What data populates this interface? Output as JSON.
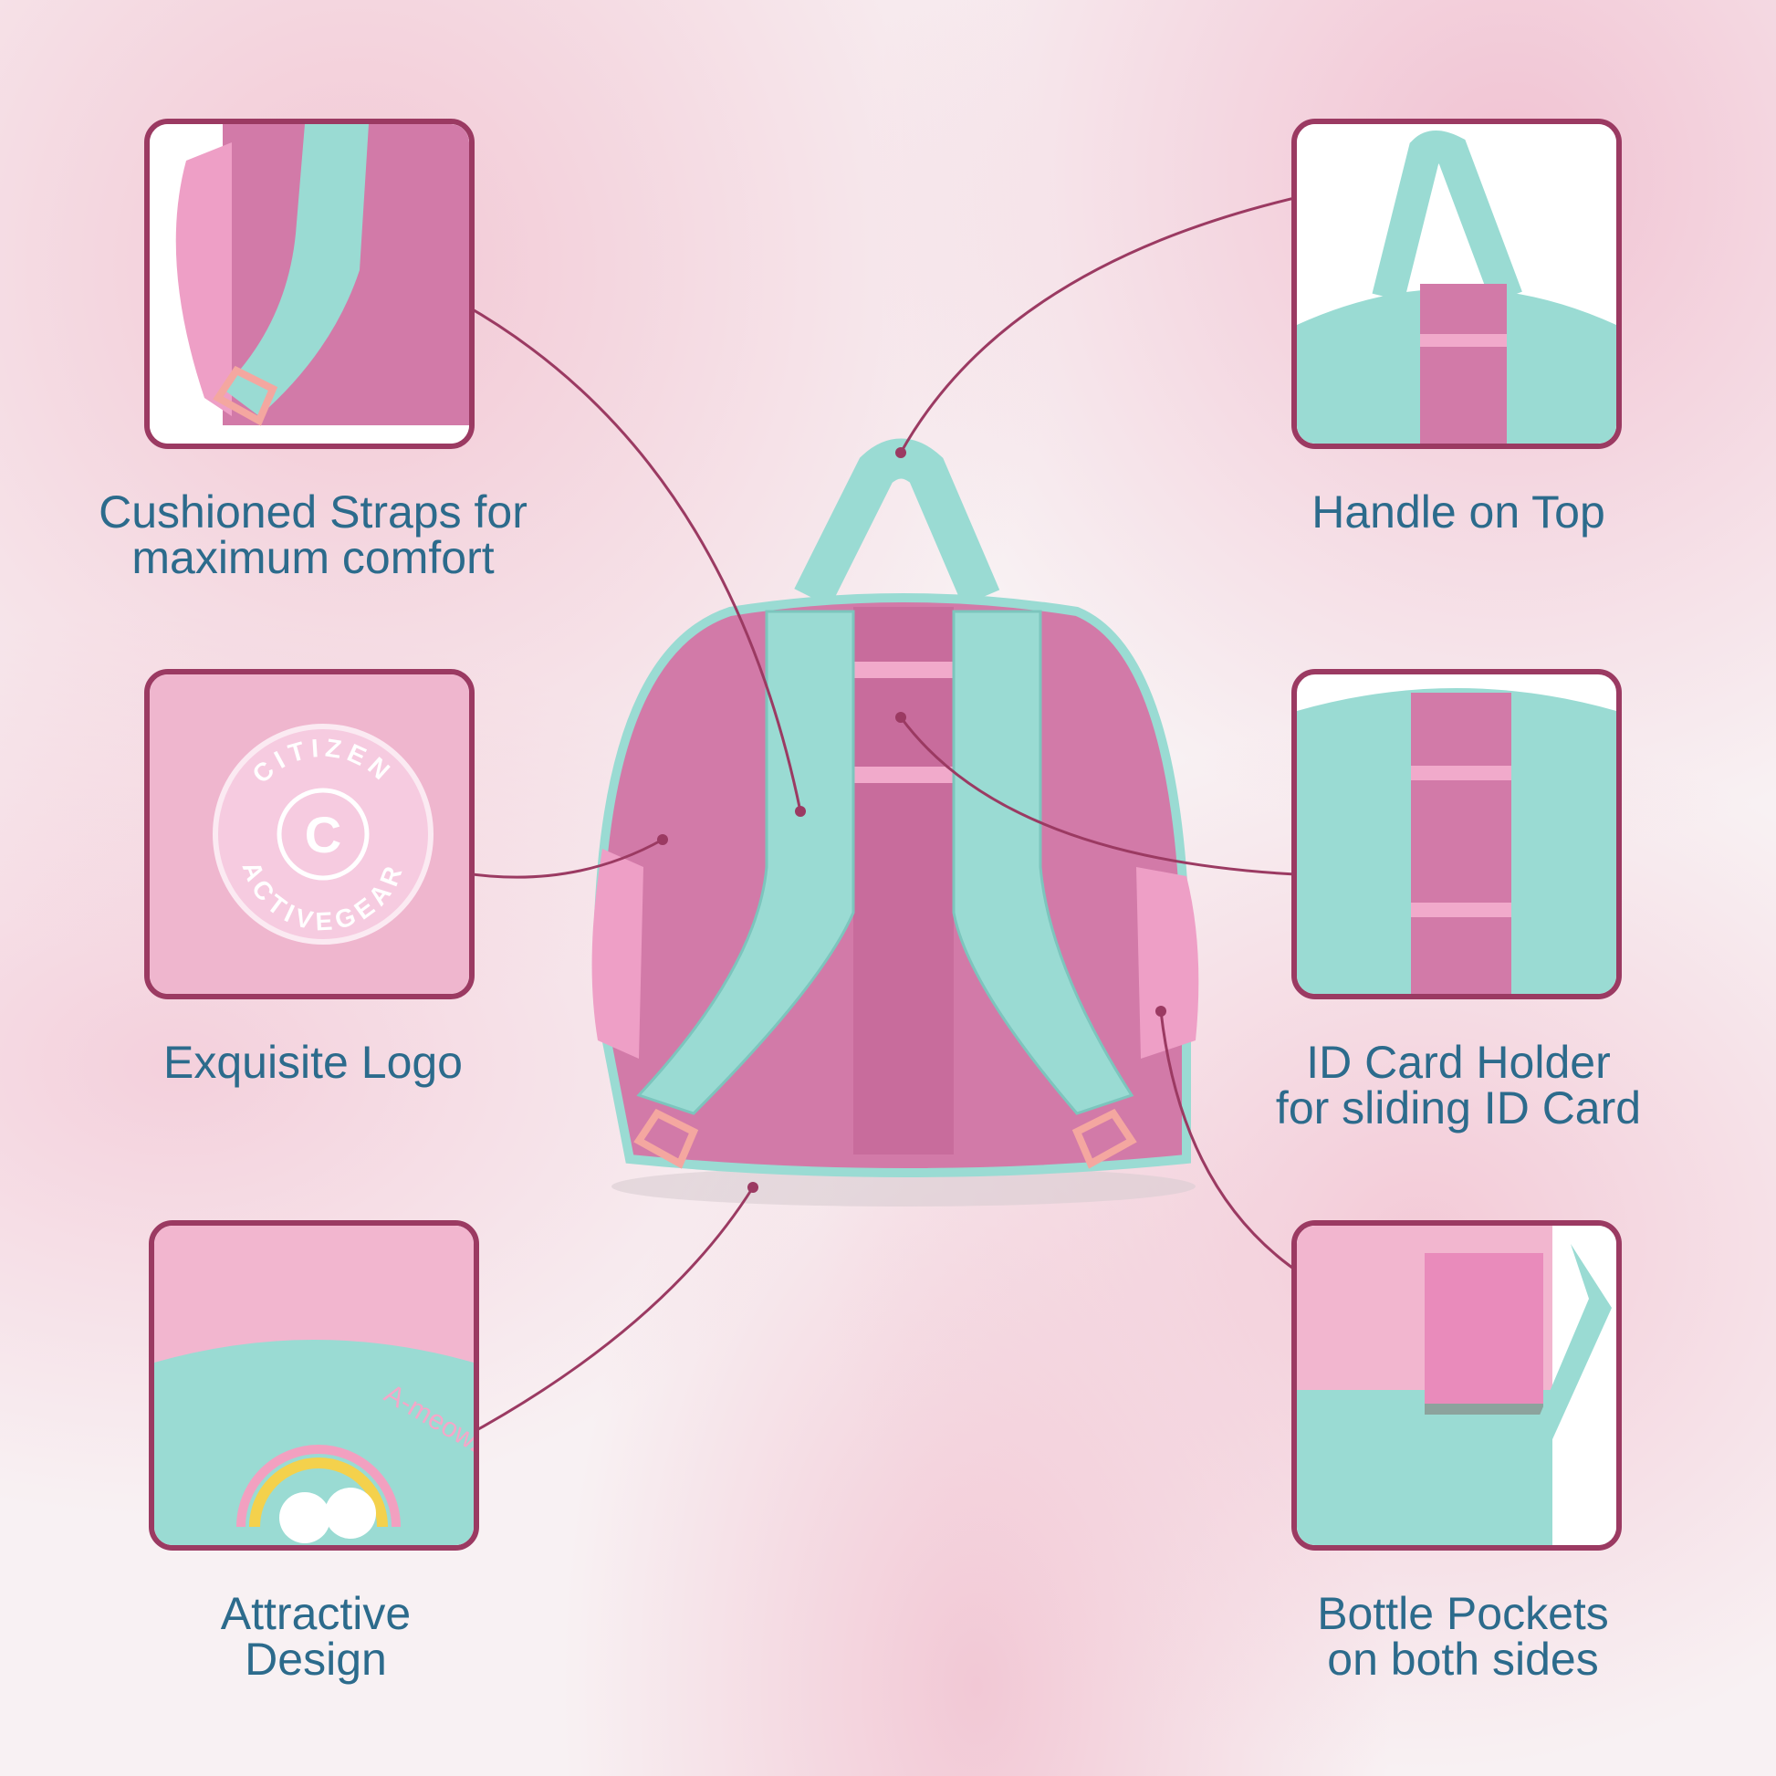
{
  "features": [
    {
      "id": "straps",
      "line1": "Cushioned Straps for",
      "line2": "maximum comfort"
    },
    {
      "id": "handle",
      "line1": "Handle on Top"
    },
    {
      "id": "logo",
      "line1": "Exquisite Logo"
    },
    {
      "id": "idcard",
      "line1": "ID Card Holder",
      "line2": "for sliding ID Card"
    },
    {
      "id": "design",
      "line1": "Attractive",
      "line2": "Design"
    },
    {
      "id": "bottle",
      "line1": "Bottle Pockets",
      "line2": "on both sides"
    }
  ],
  "logo": {
    "top": "CITIZEN",
    "bottom": "ACTIVEGEAR"
  },
  "design_print": "A-meowzing",
  "colors": {
    "accent": "#9b3a62",
    "text": "#2c6b8c",
    "mint": "#9adbd3",
    "pink": "#e9a0c3",
    "mesh": "#d27aa8"
  }
}
